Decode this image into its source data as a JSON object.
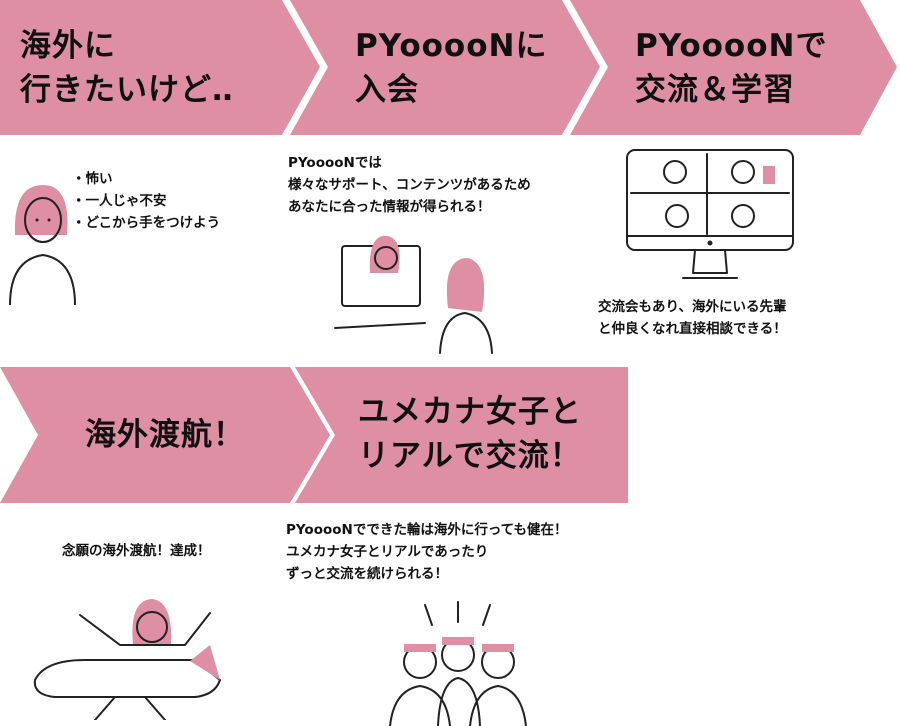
{
  "accent_color": "#de8fa4",
  "steps": [
    {
      "title_line1": "海外に",
      "title_line2": "行きたいけど‥",
      "bullets": [
        "・怖い",
        "・一人じゃ不安",
        "・どこから手をつけよう"
      ]
    },
    {
      "title_line1": "PYooooNに",
      "title_line2": "入会",
      "desc_lines": [
        "PYooooNでは",
        "様々なサポート、コンテンツがあるため",
        "あなたに合った情報が得られる！"
      ]
    },
    {
      "title_line1": "PYooooNで",
      "title_line2": "交流＆学習",
      "desc_lines": [
        "交流会もあり、海外にいる先輩",
        "と仲良くなれ直接相談できる！"
      ]
    },
    {
      "title_line1": "海外渡航！",
      "desc_lines": [
        "念願の海外渡航！達成！"
      ]
    },
    {
      "title_line1": "ユメカナ女子と",
      "title_line2": "リアルで交流！",
      "desc_lines": [
        "PYooooNでできた輪は海外に行っても健在！",
        "ユメカナ女子とリアルであったり",
        "ずっと交流を続けられる！"
      ]
    }
  ]
}
